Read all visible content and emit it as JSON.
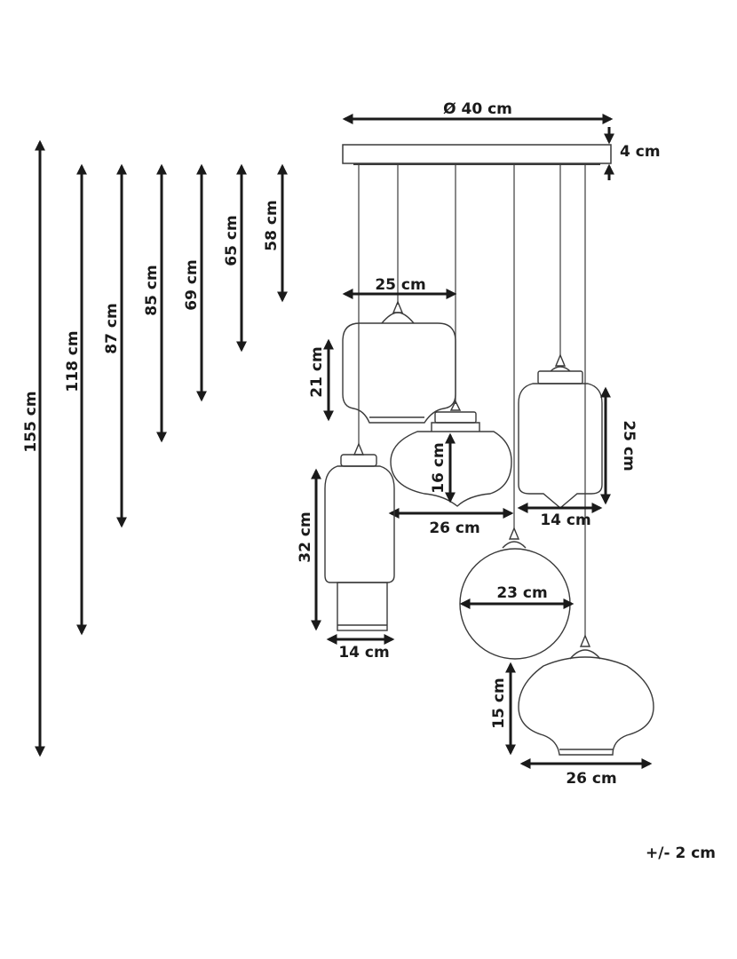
{
  "diagram": {
    "canopy": {
      "diameter": "Ø 40 cm",
      "height": "4 cm"
    },
    "hanging_lengths": [
      "155 cm",
      "118 cm",
      "87 cm",
      "85 cm",
      "69 cm",
      "65 cm",
      "58 cm"
    ],
    "shades": {
      "top": {
        "width": "25 cm",
        "height": "21 cm"
      },
      "middle": {
        "width": "26 cm",
        "height": "16 cm"
      },
      "right": {
        "width": "14 cm",
        "height": "25 cm"
      },
      "left_cylinder": {
        "width": "14 cm",
        "height": "32 cm"
      },
      "globe": {
        "width": "23 cm"
      },
      "bottom": {
        "width": "26 cm",
        "height": "15 cm"
      }
    },
    "tolerance": "+/- 2 cm"
  }
}
